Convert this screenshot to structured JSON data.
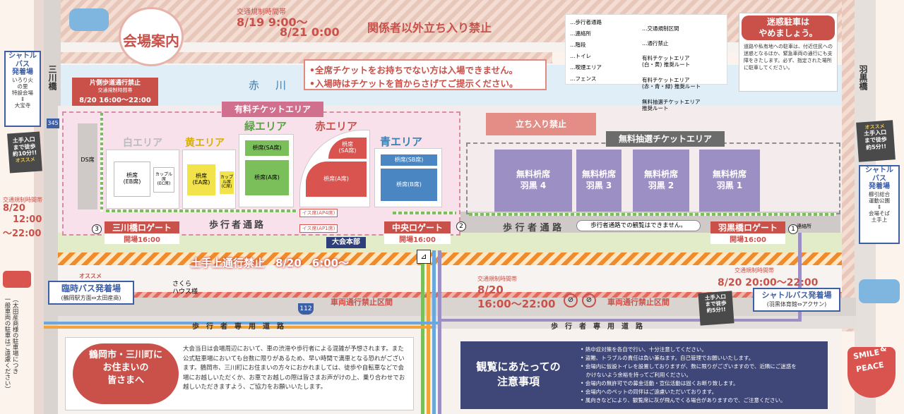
{
  "title": "会場案内",
  "top_banner": {
    "regulation_label": "交通規制時間帯",
    "start": "8/19  9:00～",
    "end": "8/21  0:00",
    "no_entry": "関係者以外立ち入り禁止"
  },
  "legend": {
    "items": [
      {
        "label": "…歩行者通路"
      },
      {
        "label": "…交通規制区間"
      },
      {
        "label": "…連絡所"
      },
      {
        "label": "…通行禁止"
      },
      {
        "label": "…階段"
      },
      {
        "label": "有料チケットエリア\n(白・黄) 推奨ルート"
      },
      {
        "label": "…トイレ"
      },
      {
        "label": "有料チケットエリア\n(赤・青・緑) 推奨ルート"
      },
      {
        "label": "…喫煙エリア"
      },
      {
        "label": "無料抽選チケットエリア\n推奨ルート"
      },
      {
        "label": "…フェンス"
      }
    ]
  },
  "parking": {
    "title": "迷惑駐車は\nやめましょう。",
    "body": "道路や私有地への駐車は、付近住民への迷惑となるほか、緊急車両の通行にも支障をきたします。必ず、指定された場所に駐車してください。"
  },
  "notice_banner": {
    "line1": "•全席チケットをお持ちでない方は入場できません。",
    "line2": "•入場時はチケットを首からさげてご提示ください。"
  },
  "river": "赤　川",
  "bridges": {
    "left": "三川橋",
    "right": "羽黒橋"
  },
  "shuttle_left": {
    "title": "シャトル\nバス\n発着場",
    "desc": "いろり火\nの里\n特設会場\n⇕\n大宝寺"
  },
  "recommend_left": {
    "text": "土手入口\nまで徒歩\n約10分!!",
    "tag": "オススメ"
  },
  "recommend_right": {
    "text": "土手入口\nまで徒歩\n約5分!!",
    "tag": "オススメ"
  },
  "shuttle_right": {
    "title": "シャトル\nバス\n発着場",
    "desc": "櫛引総合\n運動公園\n⇕\n会場そば\n土手上"
  },
  "one_side": {
    "title": "片側歩道通行禁止",
    "label": "交通規制時間帯",
    "time": "8/20 16:00～22:00"
  },
  "left_reg": {
    "label": "交通規制時間帯",
    "date": "8/20",
    "start": "12:00",
    "end": "～22:00"
  },
  "route_345": "345",
  "paid_area": {
    "title": "有料チケットエリア",
    "ds": "DS席",
    "white": {
      "name": "白エリア",
      "seat1": "枡席\n(EB席)",
      "seat2": "カップル席\n(EC席)"
    },
    "yellow": {
      "name": "黄エリア",
      "seat1": "枡席\n(EA席)",
      "seat2": "カップル席\n(C席)"
    },
    "green": {
      "name": "緑エリア",
      "seat1": "枡席(SA席)",
      "seat2": "枡席(A席)"
    },
    "red": {
      "name": "赤エリア",
      "seat1": "枡席\n(SA席)",
      "seat2": "枡席(A席)",
      "chair1": "イス席(AP4席)",
      "chair2": "イス席(AP1席)"
    },
    "blue": {
      "name": "青エリア",
      "seat1": "枡席(SB席)",
      "seat2": "枡席(B席)"
    }
  },
  "no_entry_mid": "立ち入り禁止",
  "free_area": {
    "title": "無料抽選チケットエリア",
    "blocks": [
      "無料枡席\n羽黒 4",
      "無料枡席\n羽黒 3",
      "無料枡席\n羽黒 2",
      "無料枡席\n羽黒 1"
    ]
  },
  "walkway": "歩行者通路",
  "walkway_right": "歩 行 者 通 路",
  "no_viewing": "歩行者通路での観覧はできません。",
  "contact": "連絡所",
  "gates": {
    "mikawa": {
      "num": "3",
      "name": "三川橋ロゲート",
      "time": "開場16:00"
    },
    "center": {
      "num": "2",
      "name": "中央ロゲート",
      "time": "開場16:00"
    },
    "haguro": {
      "num": "1",
      "name": "羽黒橋ロゲート",
      "time": "開場16:00"
    }
  },
  "hq": "大会本部",
  "dote_ban": "土手上通行禁止　8/20　6:00～",
  "temp_bus": {
    "title": "臨時バス発着場",
    "desc": "(鶴岡駅方面⇔太田産商)",
    "tag": "オススメ"
  },
  "sakura": "さくら\nハウス様",
  "mid_reg": {
    "label": "交通規制時間帯",
    "date": "8/20",
    "time": "16:00～22:00"
  },
  "right_reg": {
    "label": "交通規制時間帯",
    "time": "8/20  20:00～22:00"
  },
  "shuttle_bottom": {
    "title": "シャトルバス発着場",
    "desc": "(羽黒体育館⇔アクサン)"
  },
  "vehicle_ban_1": "車両通行禁止区間",
  "vehicle_ban_2": "車両通行禁止区間",
  "ped_only_1": "歩　行　者　専　用　道　路",
  "ped_only_2": "歩　行　者　専　用　道　路",
  "route_112": "112",
  "vertical_note": "（太田産商様の駐車場につき\n一般車両の駐車はご遠慮ください）",
  "residents": {
    "title": "鶴岡市・三川町に\nお住まいの\n皆さまへ",
    "body": "大会当日は会場周辺において、車の渋滞や歩行者による混雑が予想されます。また公式駐車場においても台数に限りがあるため、早い時間で満車となる恐れがございます。鶴岡市、三川町にお住まいの方々におかれましては、徒歩や自転車などで会場にお越しいただくか、お車でお越しの際は皆さまお声がけの上、乗り合わせでお越しいただきますよう、ご協力をお願いいたします。"
  },
  "cautions": {
    "title": "観覧にあたっての\n注意事項",
    "items": [
      "• 熱中症対策を各自で行い、十分注意してください。",
      "• 盗難、トラブルの責任は負い兼ねます。自己管理でお願いいたします。",
      "• 会場内に仮設トイレを設置しておりますが、数に限りがございますので、近隣にご迷惑を",
      "　かけないよう余裕を持ってご利用ください。",
      "• 会場内の無許可での募金活動・宣伝活動は固くお断り致します。",
      "• 会場内へのペットの同伴はご遠慮いただいております。",
      "• 風向きなどにより、観覧席に灰が飛んでくる場合がありますので、ご注意ください。"
    ]
  },
  "smile": {
    "line1": "SMILE",
    "amp": "&",
    "line2": "PEACE"
  },
  "colors": {
    "accent": "#d9534f",
    "purple": "#9c8fc4",
    "river": "#dfeef7",
    "grass": "#e3ecc9"
  }
}
